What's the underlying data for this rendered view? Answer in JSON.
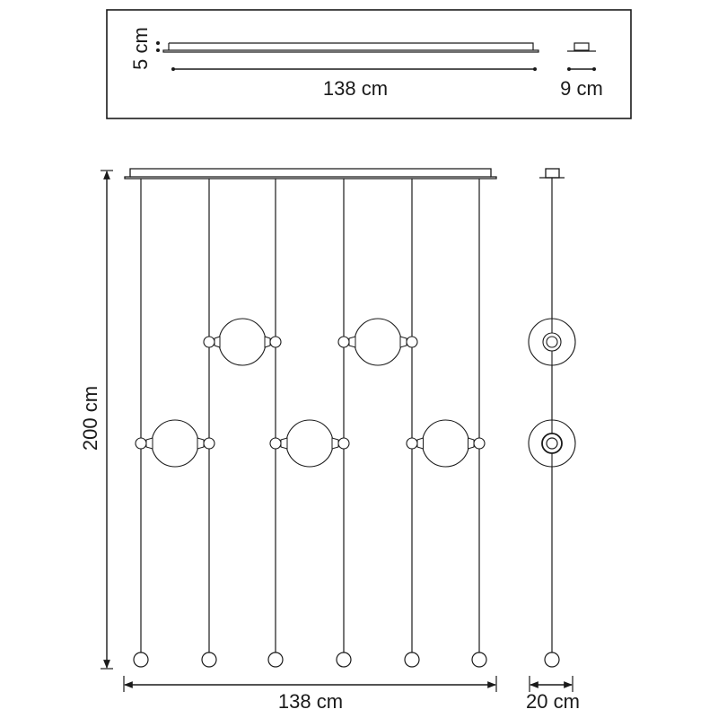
{
  "top_view": {
    "height_label": "5 cm",
    "length_label": "138 cm",
    "depth_label": "9 cm"
  },
  "front_view": {
    "height_label": "200 cm",
    "width_label": "138 cm",
    "side_width_label": "20 cm"
  },
  "colors": {
    "ink": "#1a1a1a",
    "background": "#ffffff"
  }
}
